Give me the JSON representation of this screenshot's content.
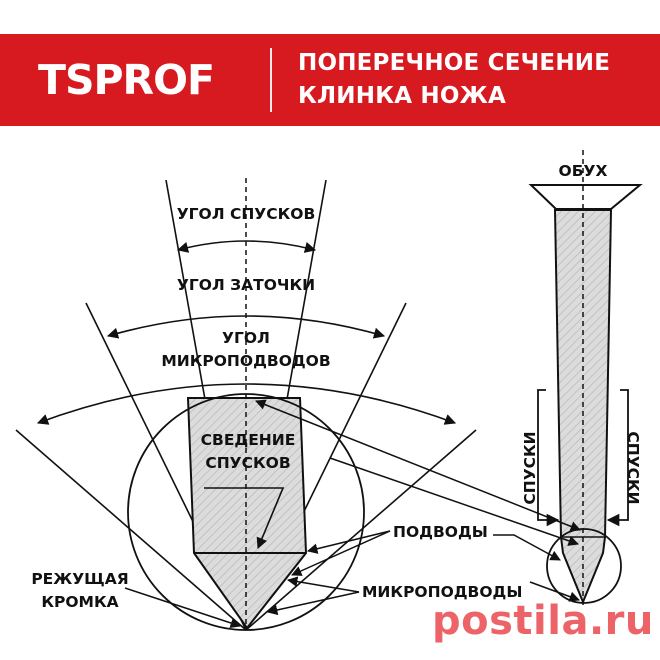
{
  "brand": {
    "logo": "TSPROF",
    "accent_color": "#d71920"
  },
  "header": {
    "title_line1": "ПОПЕРЕЧНОЕ СЕЧЕНИЕ",
    "title_line2": "КЛИНКА НОЖА"
  },
  "diagram": {
    "angle_labels": {
      "primary_bevel_angle": "УГОЛ СПУСКОВ",
      "sharpening_angle": "УГОЛ ЗАТОЧКИ",
      "microbevel_angle_line1": "УГОЛ",
      "microbevel_angle_line2": "МИКРОПОДВОДОВ"
    },
    "callouts": {
      "bevel_convergence_line1": "СВЕДЕНИЕ",
      "bevel_convergence_line2": "СПУСКОВ",
      "secondary_bevels": "ПОДВОДЫ",
      "microbevels": "МИКРОПОДВОДЫ",
      "cutting_edge_line1": "РЕЖУЩАЯ",
      "cutting_edge_line2": "КРОМКА"
    },
    "blade_section": {
      "spine": "ОБУХ",
      "bevels_left": "СПУСКИ",
      "bevels_right": "СПУСКИ"
    }
  },
  "watermark": "postila.ru"
}
